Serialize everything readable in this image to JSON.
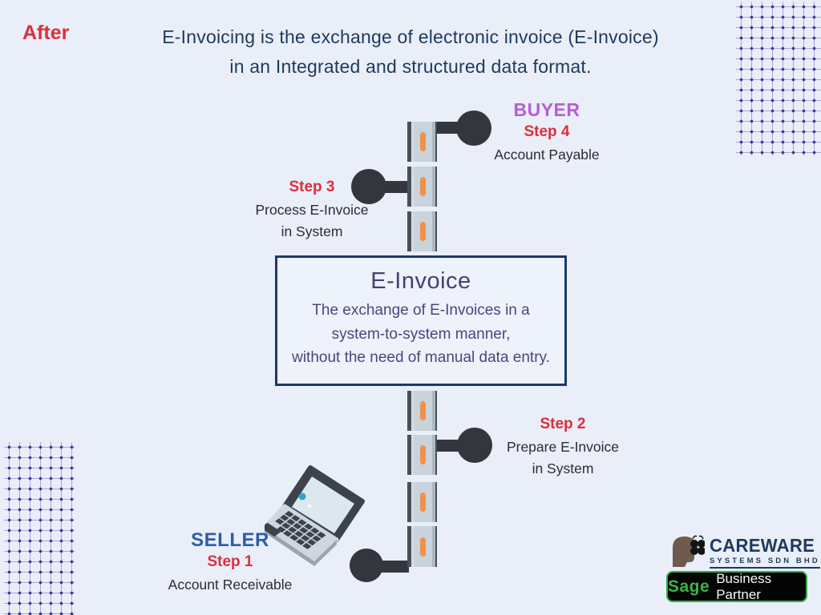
{
  "header": {
    "badge": "After",
    "title_line1": "E-Invoicing is the exchange of electronic invoice (E-Invoice)",
    "title_line2": "in an Integrated and structured data format."
  },
  "timeline": {
    "buyer_label": "BUYER",
    "seller_label": "SELLER",
    "steps": [
      {
        "label": "Step 4",
        "line1": "Account Payable"
      },
      {
        "label": "Step 3",
        "line1": "Process E-Invoice",
        "line2": "in System"
      },
      {
        "label": "Step 2",
        "line1": "Prepare E-Invoice",
        "line2": "in System"
      },
      {
        "label": "Step 1",
        "line1": "Account Receivable"
      }
    ]
  },
  "center_box": {
    "title": "E-Invoice",
    "line1": "The exchange of E-Invoices in a",
    "line2": "system-to-system manner,",
    "line3": "without the need of manual data entry."
  },
  "branding": {
    "careware_title": "CAREWARE",
    "careware_subtitle": "SYSTEMS SDN BHD",
    "sage_name": "Sage",
    "sage_partner": "Business Partner"
  },
  "colors": {
    "background": "#e9eef8",
    "accent_red": "#db2f3d",
    "navy": "#1e3a5c",
    "buyer_purple": "#b45fd3",
    "seller_blue": "#2c5ea9",
    "pipe_orange": "#f0914e",
    "connector_dark": "#33363c",
    "box_border_navy": "#1d3a5f",
    "box_purple": "#4b3e71",
    "box_text_purple": "#51437c",
    "text_dark": "#2c2c33",
    "careware_navy": "#1d3a5f",
    "sage_green": "#3cb44a"
  }
}
